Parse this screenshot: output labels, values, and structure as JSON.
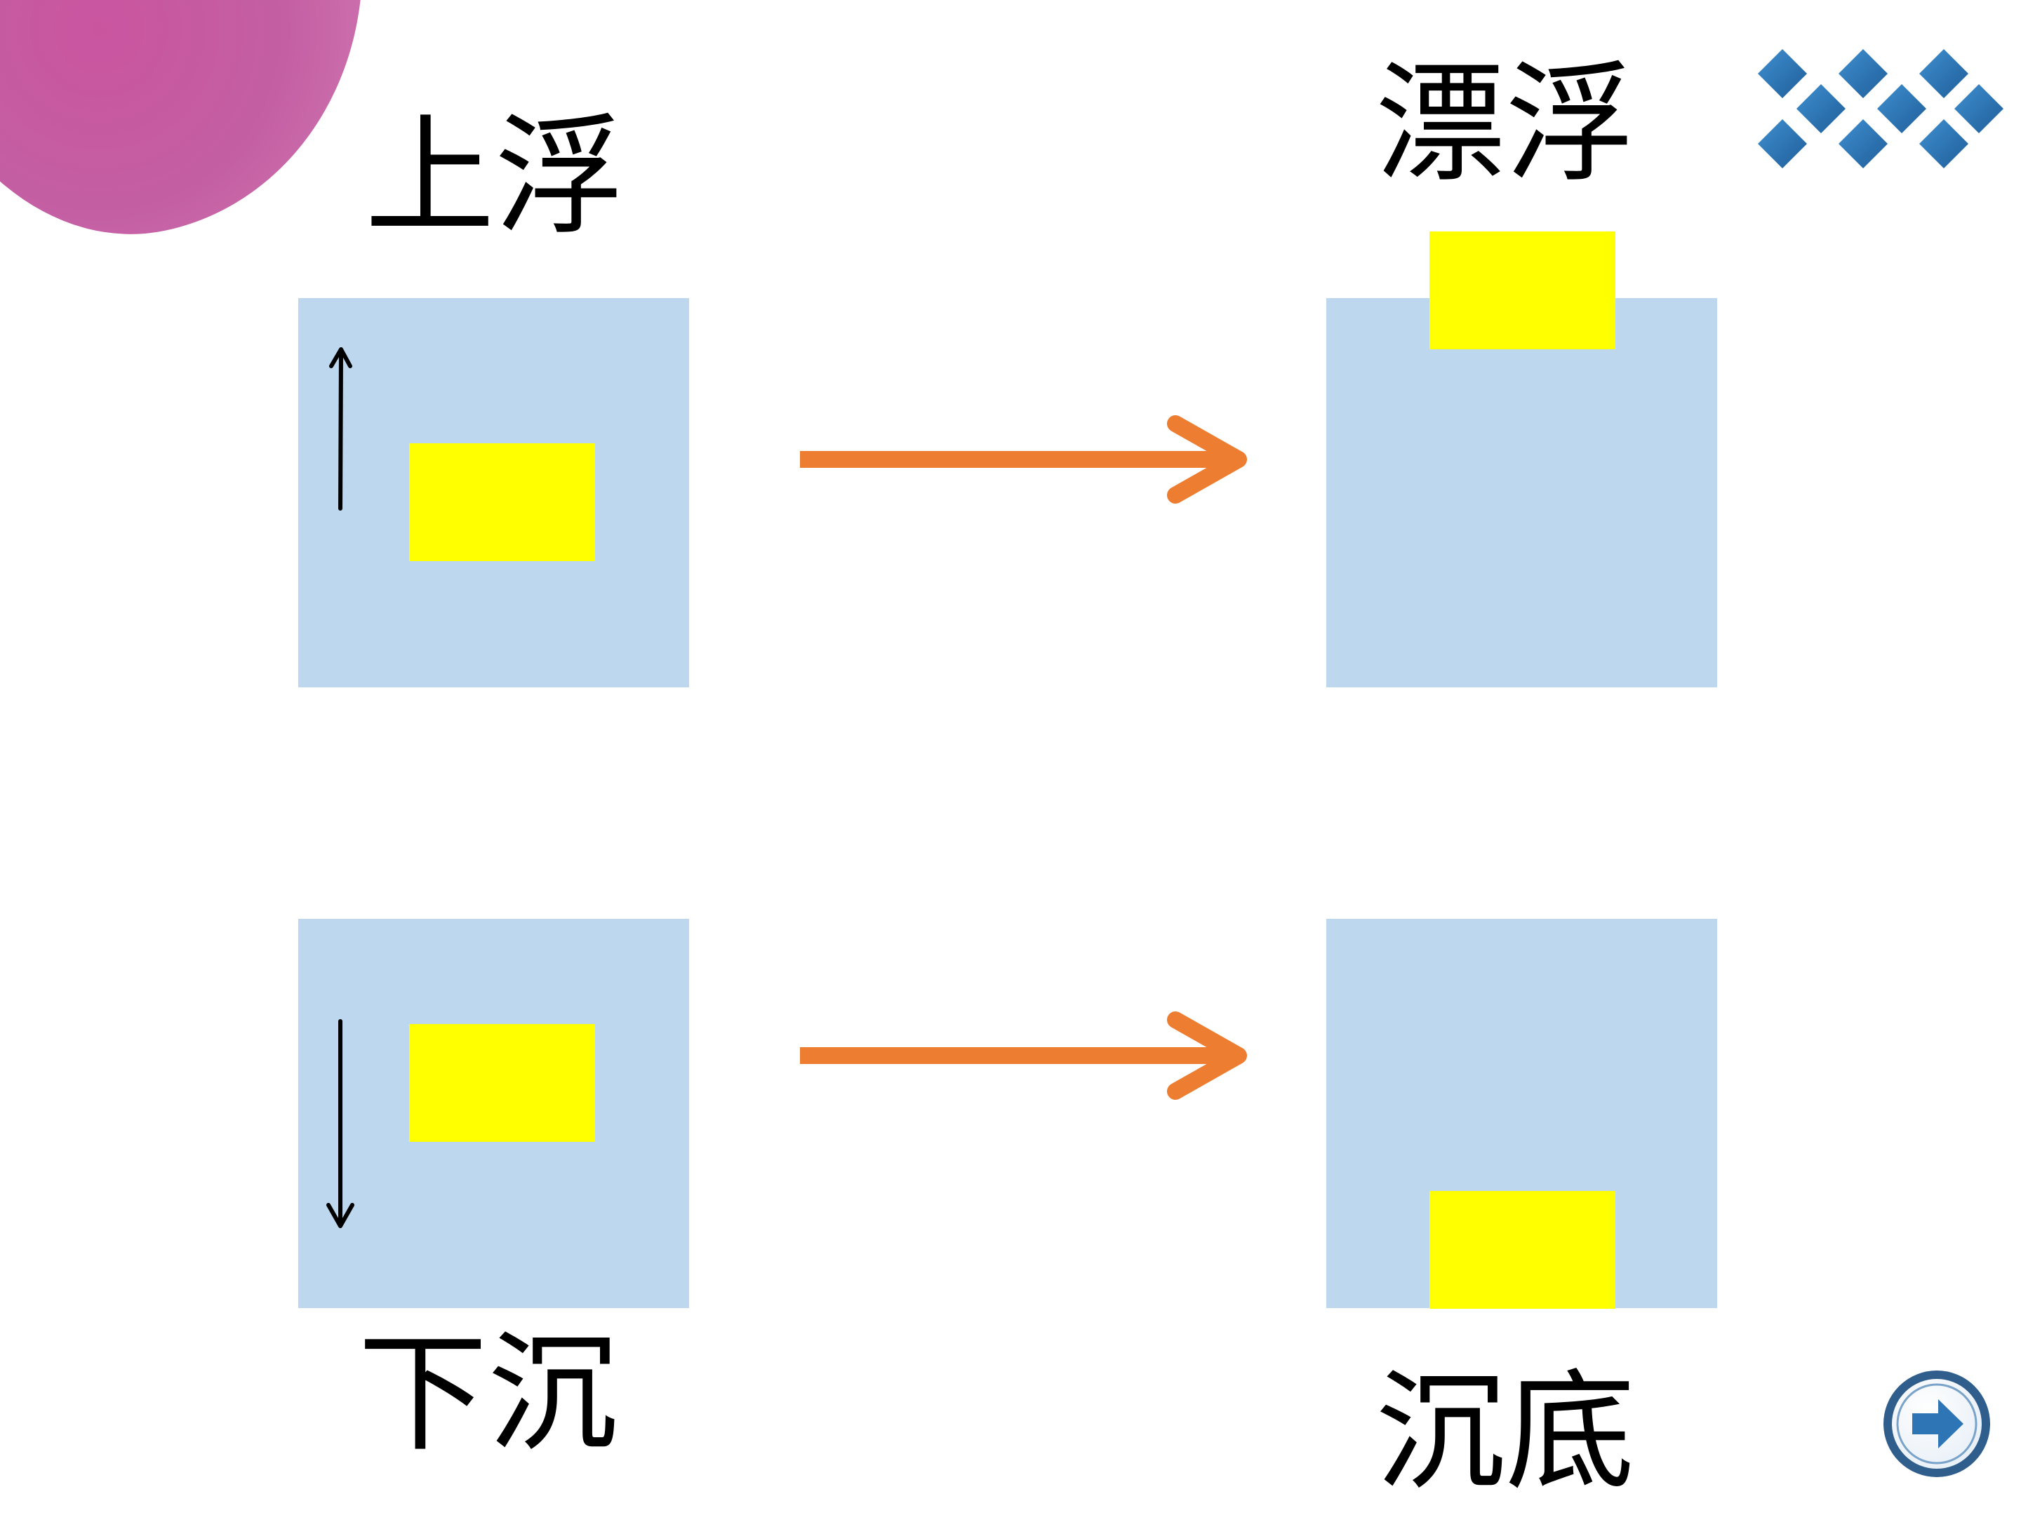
{
  "labels": {
    "rise": "上浮",
    "float": "漂浮",
    "sink": "下沉",
    "settle": "沉底"
  },
  "colors": {
    "water": "#bdd7ee",
    "object": "#ffff00",
    "arrow": "#ed7d31",
    "decor": "#2e75b6",
    "blob": "#c65aa3"
  },
  "icons": {
    "decoration": "diamond-pattern-icon",
    "navigation": "next-arrow-icon"
  }
}
